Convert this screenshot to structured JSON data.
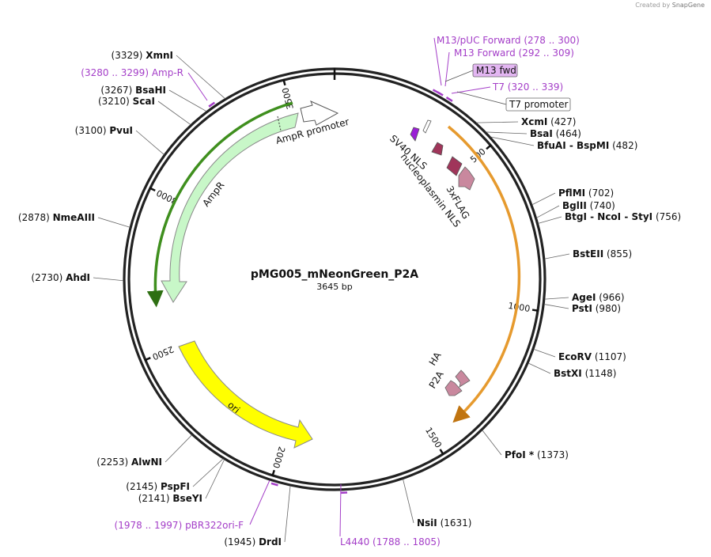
{
  "credit": {
    "prefix": "Created by",
    "brand": "SnapGene"
  },
  "plasmid": {
    "name": "pMG005_mNeonGreen_P2A",
    "size_label": "3645 bp",
    "length": 3645
  },
  "tick_marks": [
    {
      "label": "500",
      "bp": 500
    },
    {
      "label": "1000",
      "bp": 1000
    },
    {
      "label": "1500",
      "bp": 1500
    },
    {
      "label": "2000",
      "bp": 2000
    },
    {
      "label": "2500",
      "bp": 2500
    },
    {
      "label": "3000",
      "bp": 3000
    },
    {
      "label": "3500",
      "bp": 3500
    }
  ],
  "enzymes": [
    {
      "name": "XmnI",
      "position": "(3329)",
      "bp": 3329,
      "side": "right"
    },
    {
      "name": "BsaHI",
      "position": "(3267)",
      "bp": 3267,
      "side": "right"
    },
    {
      "name": "ScaI",
      "position": "(3210)",
      "bp": 3210,
      "side": "right"
    },
    {
      "name": "PvuI",
      "position": "(3100)",
      "bp": 3100,
      "side": "right"
    },
    {
      "name": "NmeAIII",
      "position": "(2878)",
      "bp": 2878,
      "side": "right"
    },
    {
      "name": "AhdI",
      "position": "(2730)",
      "bp": 2730,
      "side": "right"
    },
    {
      "name": "AlwNI",
      "position": "(2253)",
      "bp": 2253,
      "side": "right"
    },
    {
      "name": "PspFI",
      "position": "(2145)",
      "bp": 2145,
      "side": "right"
    },
    {
      "name": "BseYI",
      "position": "(2141)",
      "bp": 2141,
      "side": "right"
    },
    {
      "name": "DrdI",
      "position": "(1945)",
      "bp": 1945,
      "side": "right"
    },
    {
      "name": "NsiI",
      "position": "(1631)",
      "bp": 1631,
      "side": "left"
    },
    {
      "name": "PfoI *",
      "position": "(1373)",
      "bp": 1373,
      "side": "left"
    },
    {
      "name": "BstXI",
      "position": "(1148)",
      "bp": 1148,
      "side": "left"
    },
    {
      "name": "EcoRV",
      "position": "(1107)",
      "bp": 1107,
      "side": "left"
    },
    {
      "name": "PstI",
      "position": "(980)",
      "bp": 980,
      "side": "left"
    },
    {
      "name": "AgeI",
      "position": "(966)",
      "bp": 966,
      "side": "left"
    },
    {
      "name": "BstEII",
      "position": "(855)",
      "bp": 855,
      "side": "left"
    },
    {
      "name": "BtgI  - NcoI  - StyI",
      "position": "(756)",
      "bp": 756,
      "side": "left"
    },
    {
      "name": "BglII",
      "position": "(740)",
      "bp": 740,
      "side": "left"
    },
    {
      "name": "PflMI",
      "position": "(702)",
      "bp": 702,
      "side": "left"
    },
    {
      "name": "BfuAI  - BspMI",
      "position": "(482)",
      "bp": 482,
      "side": "left"
    },
    {
      "name": "BsaI",
      "position": "(464)",
      "bp": 464,
      "side": "left"
    },
    {
      "name": "XcmI",
      "position": "(427)",
      "bp": 427,
      "side": "left"
    }
  ],
  "primers": [
    {
      "name": "M13/pUC Forward",
      "range": "(278 .. 300)",
      "start": 278,
      "end": 300
    },
    {
      "name": "M13 Forward",
      "range": "(292 .. 309)",
      "start": 292,
      "end": 309
    },
    {
      "name": "T7",
      "range": "(320 .. 339)",
      "start": 320,
      "end": 339
    },
    {
      "name": "Amp-R",
      "range": "(3280 .. 3299)",
      "start": 3280,
      "end": 3299
    },
    {
      "name": "pBR322ori-F",
      "range": "(1978 .. 1997)",
      "start": 1978,
      "end": 1997
    },
    {
      "name": "L4440",
      "range": "(1788 .. 1805)",
      "start": 1788,
      "end": 1805
    }
  ],
  "boxed_features": [
    {
      "name": "M13 fwd",
      "fill": "#e3b6f2"
    },
    {
      "name": "T7 promoter",
      "fill": "#ffffff"
    }
  ],
  "features": [
    {
      "name": "AmpR",
      "color": "#c8f7c8",
      "stroke": "#888888"
    },
    {
      "name": "AmpR promoter",
      "color": "#ffffff",
      "stroke": "#555555"
    },
    {
      "name": "ori",
      "color": "#ffff00",
      "stroke": "#888888"
    },
    {
      "name": "SV40 NLS",
      "color": "#9b1fd6"
    },
    {
      "name": "nucleoplasmin NLS",
      "color": "#a0355a"
    },
    {
      "name": "3xFLAG",
      "color": "#c9889e"
    },
    {
      "name": "HA",
      "color": "#c9889e"
    },
    {
      "name": "P2A",
      "color": "#c9889e"
    }
  ],
  "colors": {
    "primer": "#a43ec8",
    "orange_arc": "#e69a2e",
    "green_arc": "#3f8f1e",
    "backbone": "#222222"
  }
}
